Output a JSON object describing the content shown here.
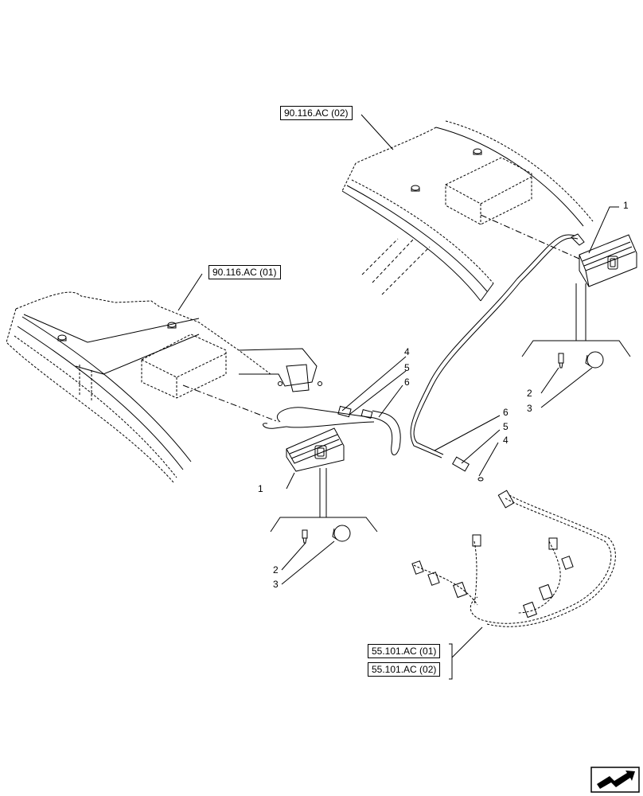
{
  "references": {
    "fender_right": "90.116.AC (02)",
    "fender_left": "90.116.AC (01)",
    "harness_1": "55.101.AC (01)",
    "harness_2": "55.101.AC (02)"
  },
  "callouts": {
    "lamp_right": "1",
    "bulb_right": "2",
    "lens_right": "3",
    "lamp_left": "1",
    "bulb_left": "2",
    "lens_left": "3",
    "clip_left": "4",
    "conn_left": "5",
    "wire_left": "6",
    "wire_right": "6",
    "conn_right": "5",
    "clip_right": "4"
  },
  "nav_icon": "next-page-arrow-icon"
}
